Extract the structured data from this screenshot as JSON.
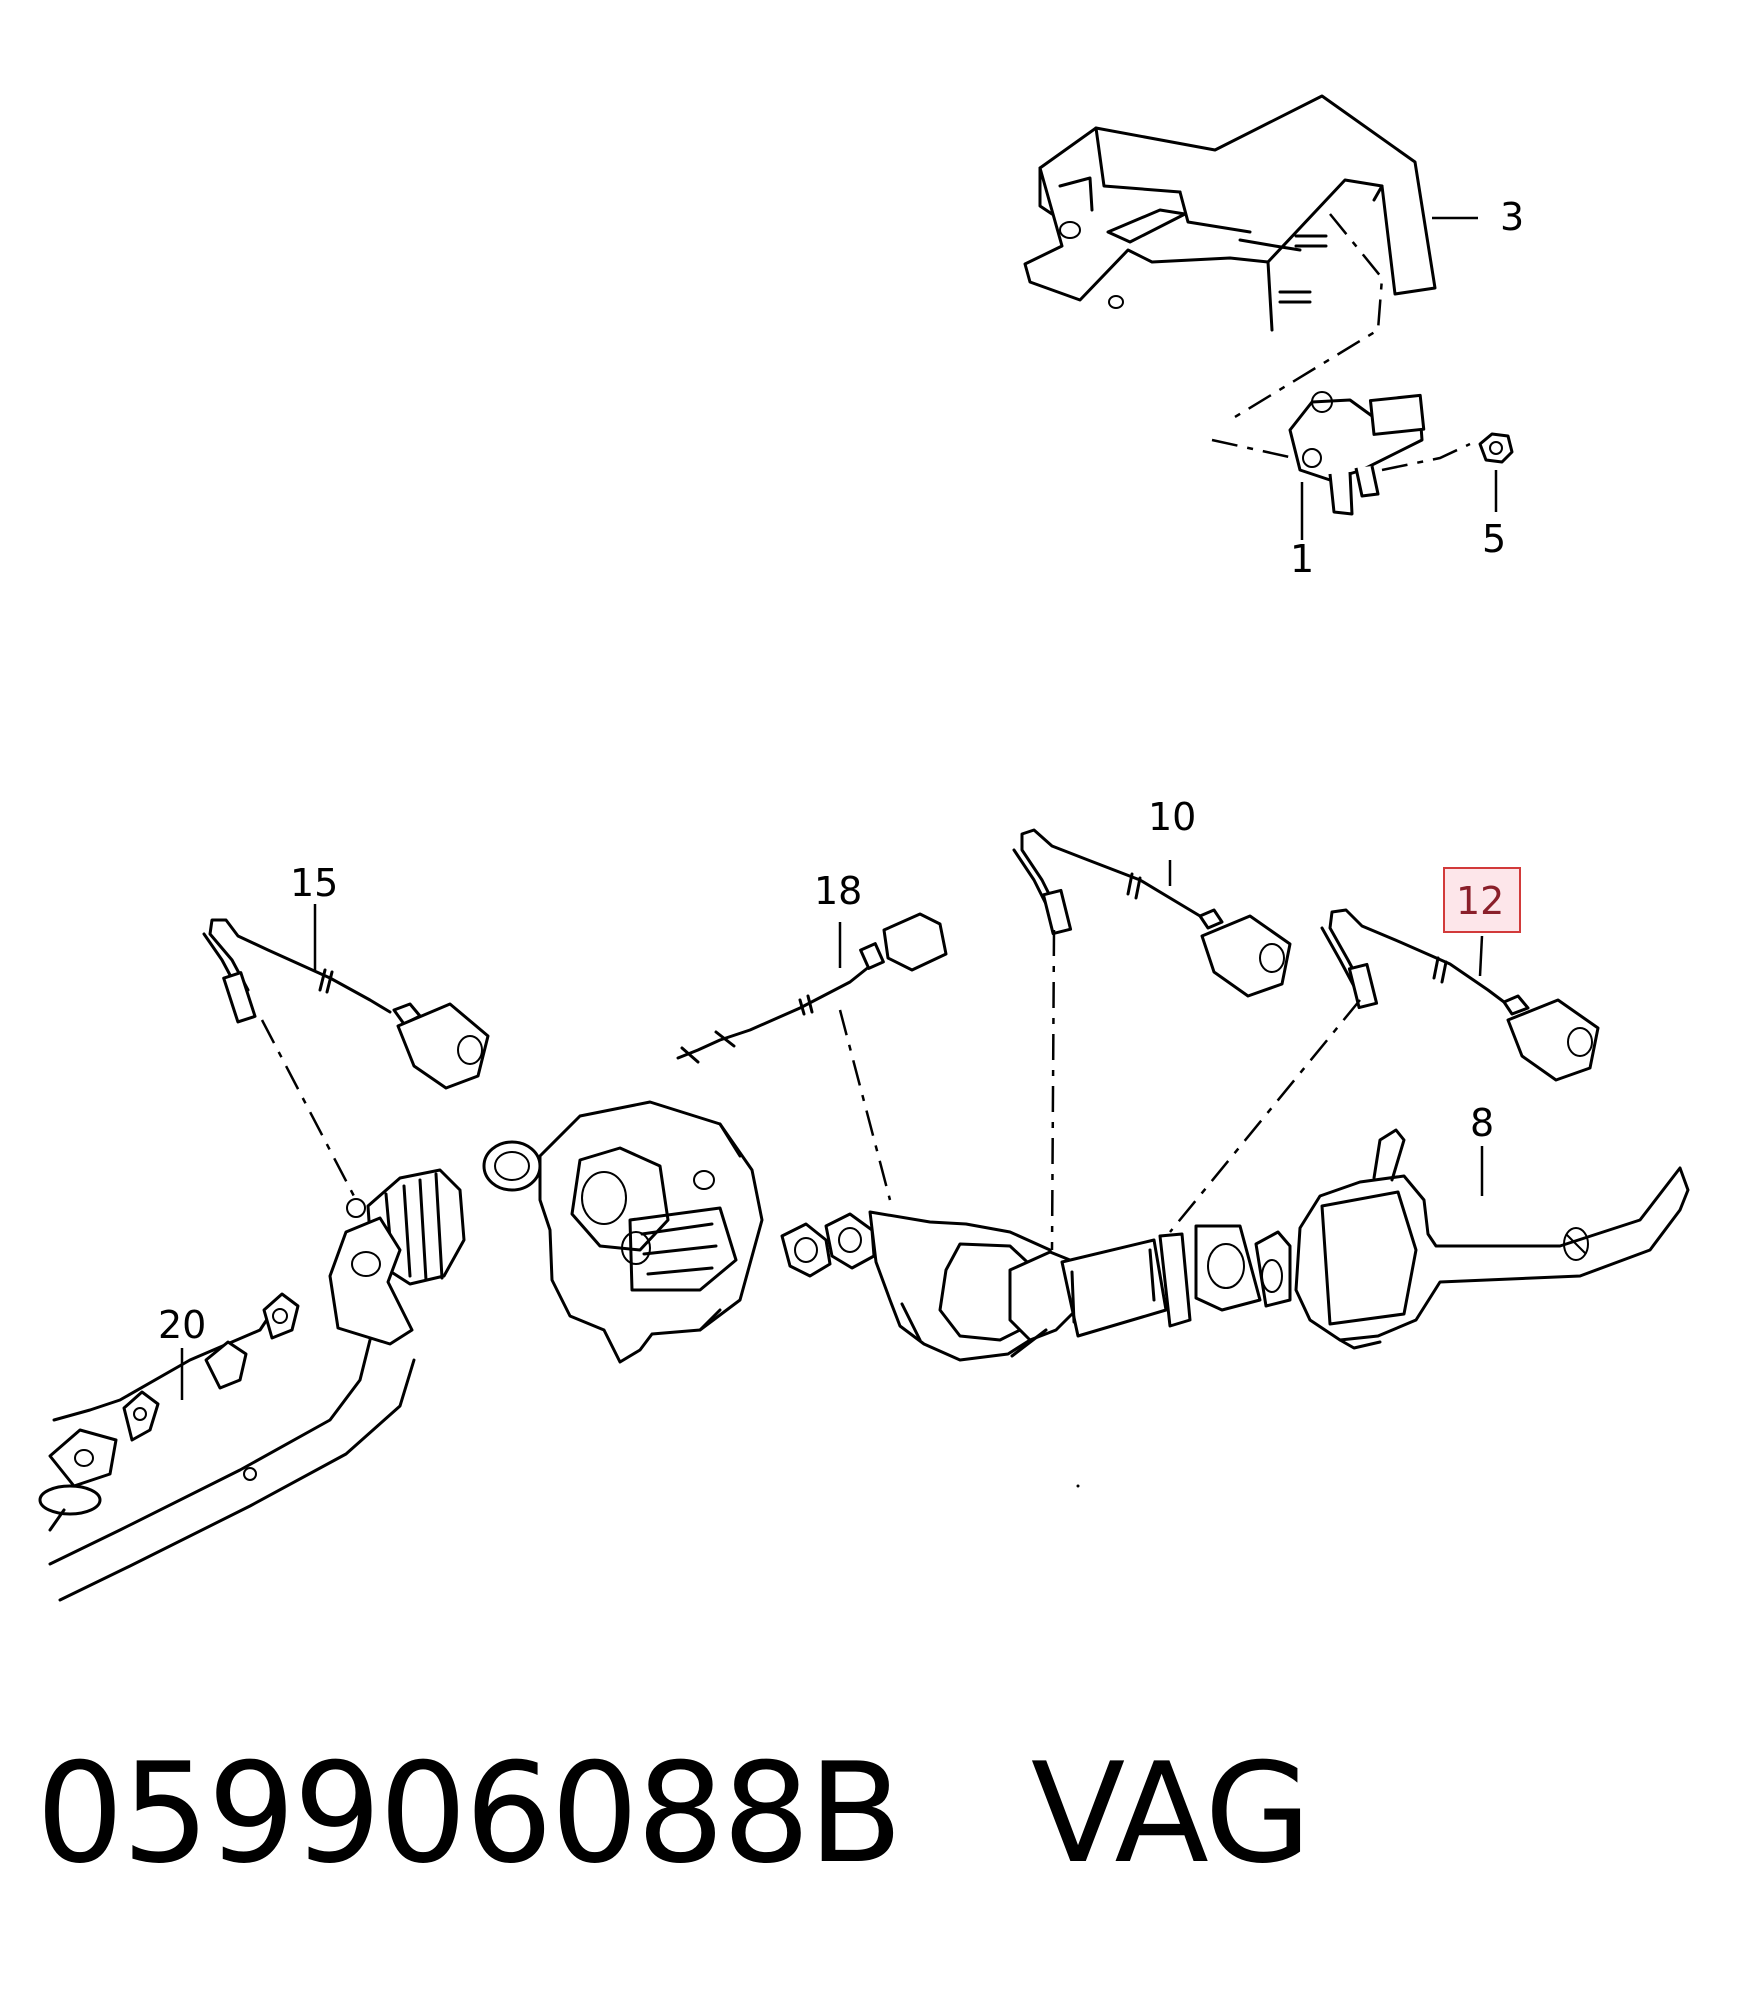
{
  "callouts": {
    "c1": "1",
    "c3": "3",
    "c5": "5",
    "c8": "8",
    "c10": "10",
    "c12": "12",
    "c15": "15",
    "c18": "18",
    "c20": "20"
  },
  "highlighted_callout": "12",
  "highlight_color": "#d23a3a",
  "caption": {
    "part_number": "059906088B",
    "brand": "VAG"
  }
}
